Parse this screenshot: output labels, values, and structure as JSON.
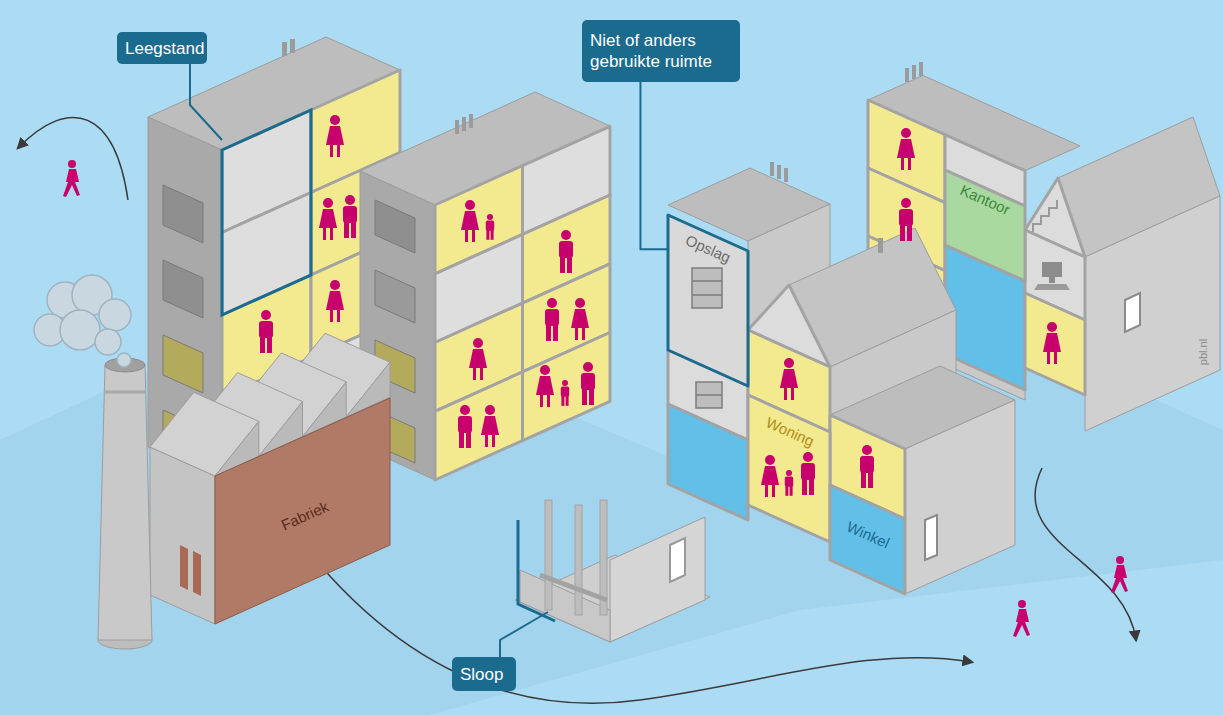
{
  "diagram": {
    "nodes": [
      {
        "text": [
          "Leegstand"
        ]
      },
      {
        "text": [
          "Niet of anders gebruikte ruimte"
        ]
      },
      {
        "text": [
          "Opslag"
        ]
      },
      {
        "text": [
          "Kantoor"
        ]
      },
      {
        "text": [
          "Woning"
        ]
      },
      {
        "text": [
          "Winkel"
        ]
      },
      {
        "text": [
          "Fabriek"
        ]
      },
      {
        "text": [
          "Sloop"
        ]
      }
    ],
    "edges": [
      {
        "from": 1,
        "to": 2,
        "arrow": "none"
      }
    ],
    "labels": [
      "pbl.nl"
    ]
  }
}
